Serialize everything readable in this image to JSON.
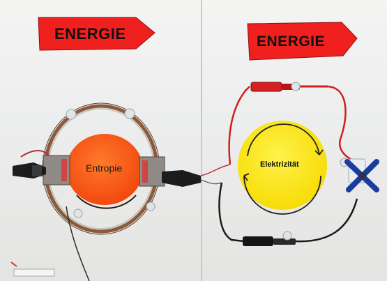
{
  "scene": {
    "left_arrow_label": "ENERGIE",
    "right_arrow_label": "ENERGIE",
    "left_disc_label": "Entropie",
    "right_disc_label": "Elektrizität"
  },
  "colors": {
    "arrow_sign": "#f0201e",
    "entropie_disc": "#ff5a1a",
    "elektrizitaet_disc": "#ffea10",
    "board": "#ececec",
    "cable_red": "#d11f1f",
    "cable_black": "#1a1a1a",
    "propeller": "#1b3c9c"
  },
  "icons": [
    "arrow-sign",
    "copper-ring",
    "clamp-block",
    "crocodile-clip",
    "propeller-motor",
    "suction-cup"
  ]
}
